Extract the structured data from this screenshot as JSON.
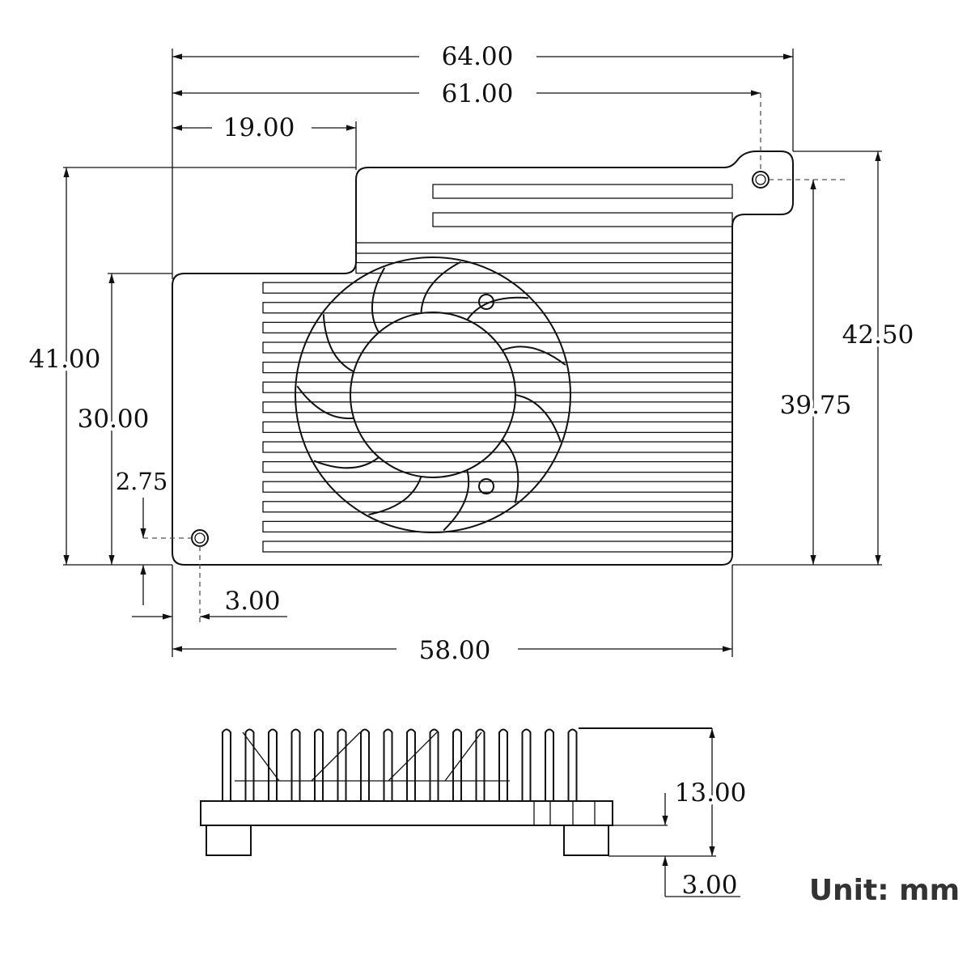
{
  "title": "Heatsink with fan dimension drawing",
  "dimensions": {
    "overall_width": "64.00",
    "hole_spacing_width": "61.00",
    "step_width": "19.00",
    "overall_height": "41.00",
    "lower_height": "30.00",
    "hole_offset_y": "2.75",
    "hole_offset_x": "3.00",
    "body_width": "58.00",
    "tab_height": "42.50",
    "hole_spacing_height": "39.75",
    "total_thickness": "13.00",
    "foot_height": "3.00"
  },
  "unit_label": "Unit: mm"
}
